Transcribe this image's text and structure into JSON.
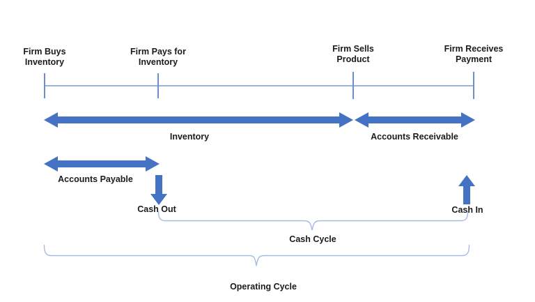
{
  "diagram": {
    "events": [
      {
        "line1": "Firm Buys",
        "line2": "Inventory"
      },
      {
        "line1": "Firm Pays for",
        "line2": "Inventory"
      },
      {
        "line1": "Firm Sells",
        "line2": "Product"
      },
      {
        "line1": "Firm Receives",
        "line2": "Payment"
      }
    ],
    "periods": {
      "inventory": "Inventory",
      "accounts_receivable": "Accounts Receivable",
      "accounts_payable": "Accounts Payable"
    },
    "cash_flows": {
      "out": "Cash Out",
      "in": "Cash In"
    },
    "cycles": {
      "cash": "Cash Cycle",
      "operating": "Operating Cycle"
    },
    "colors": {
      "arrow_fill": "#4472C4",
      "timeline_line": "#9DB4DE",
      "tick": "#6B8EC9",
      "brace": "#A6BAE0",
      "text": "#1B1B1B",
      "background": "#FFFFFF"
    }
  }
}
